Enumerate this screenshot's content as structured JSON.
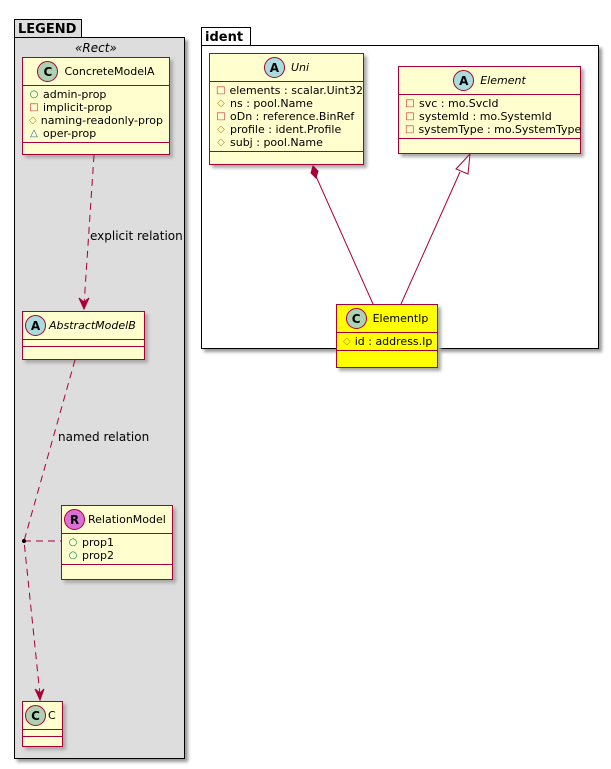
{
  "colors": {
    "class_fill": "#fefece",
    "highlight_fill": "#ffff00",
    "border": "#a80036",
    "legend_bg": "#dddddd"
  },
  "legend": {
    "package_name": "LEGEND",
    "stereotype": "«Rect»",
    "concrete": {
      "badge": "C",
      "name": "ConcreteModelA",
      "members": [
        {
          "vis": "public",
          "icon": "○",
          "text": "admin-prop"
        },
        {
          "vis": "private",
          "icon": "□",
          "text": "implicit-prop"
        },
        {
          "vis": "protected",
          "icon": "◇",
          "text": "naming-readonly-prop"
        },
        {
          "vis": "package",
          "icon": "△",
          "text": "oper-prop"
        }
      ]
    },
    "abstract": {
      "badge": "A",
      "name": "AbstractModelB"
    },
    "relation_model": {
      "badge": "R",
      "name": "RelationModel",
      "members": [
        {
          "vis": "public",
          "icon": "○",
          "text": "prop1"
        },
        {
          "vis": "public",
          "icon": "○",
          "text": "prop2"
        }
      ]
    },
    "c": {
      "badge": "C",
      "name": "C"
    },
    "explicit_label": "explicit relation",
    "named_label": "named relation"
  },
  "ident": {
    "package_name": "ident",
    "uni": {
      "badge": "A",
      "name": "Uni",
      "members": [
        {
          "vis": "private",
          "icon": "□",
          "text": "elements : scalar.Uint32"
        },
        {
          "vis": "protected",
          "icon": "◇",
          "text": "ns : pool.Name"
        },
        {
          "vis": "private",
          "icon": "□",
          "text": "oDn : reference.BinRef"
        },
        {
          "vis": "protected",
          "icon": "◇",
          "text": "profile : ident.Profile"
        },
        {
          "vis": "protected",
          "icon": "◇",
          "text": "subj : pool.Name"
        }
      ]
    },
    "element": {
      "badge": "A",
      "name": "Element",
      "members": [
        {
          "vis": "private",
          "icon": "□",
          "text": "svc : mo.SvcId"
        },
        {
          "vis": "private",
          "icon": "□",
          "text": "systemId : mo.SystemId"
        },
        {
          "vis": "private",
          "icon": "□",
          "text": "systemType : mo.SystemType"
        }
      ]
    },
    "element_ip": {
      "badge": "C",
      "name": "ElementIp",
      "members": [
        {
          "vis": "protected",
          "icon": "◇",
          "text": "id : address.Ip"
        }
      ]
    }
  }
}
